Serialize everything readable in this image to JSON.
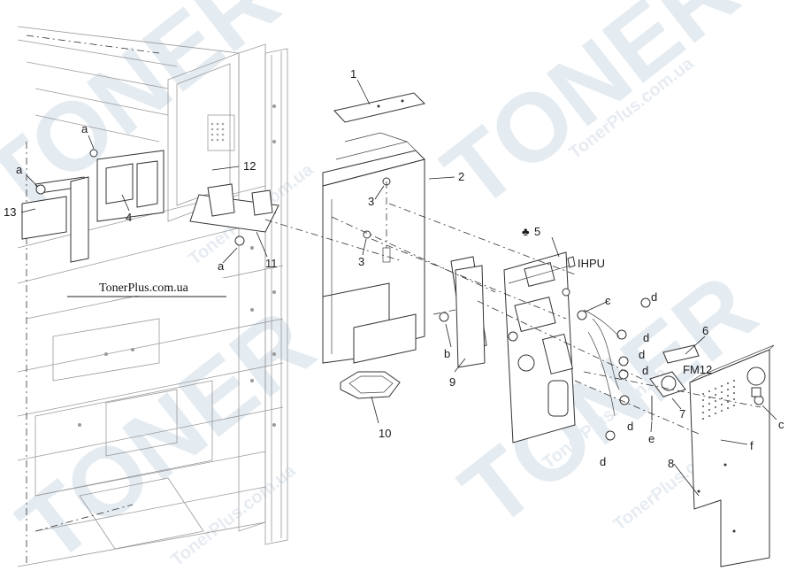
{
  "watermark": {
    "brand": "TONER",
    "site": "TonerPlus.com.ua"
  },
  "site_label": "TonerPlus.com.ua",
  "callouts": {
    "c1": "1",
    "c2": "2",
    "c3a": "3",
    "c3b": "3",
    "c4": "4",
    "c5": "5",
    "c6": "6",
    "c7": "7",
    "c8": "8",
    "c9": "9",
    "c10": "10",
    "c11": "11",
    "c12": "12",
    "c13": "13",
    "a1": "a",
    "a2": "a",
    "a3": "a",
    "b1": "b",
    "cc1": "c",
    "cc2": "c",
    "d1": "d",
    "d2": "d",
    "d3": "d",
    "d4": "d",
    "d5": "d",
    "d6": "d",
    "e1": "e",
    "f1": "f"
  },
  "tags": {
    "ihpu": "IHPU",
    "fm12": "FM12",
    "club": "♣"
  }
}
